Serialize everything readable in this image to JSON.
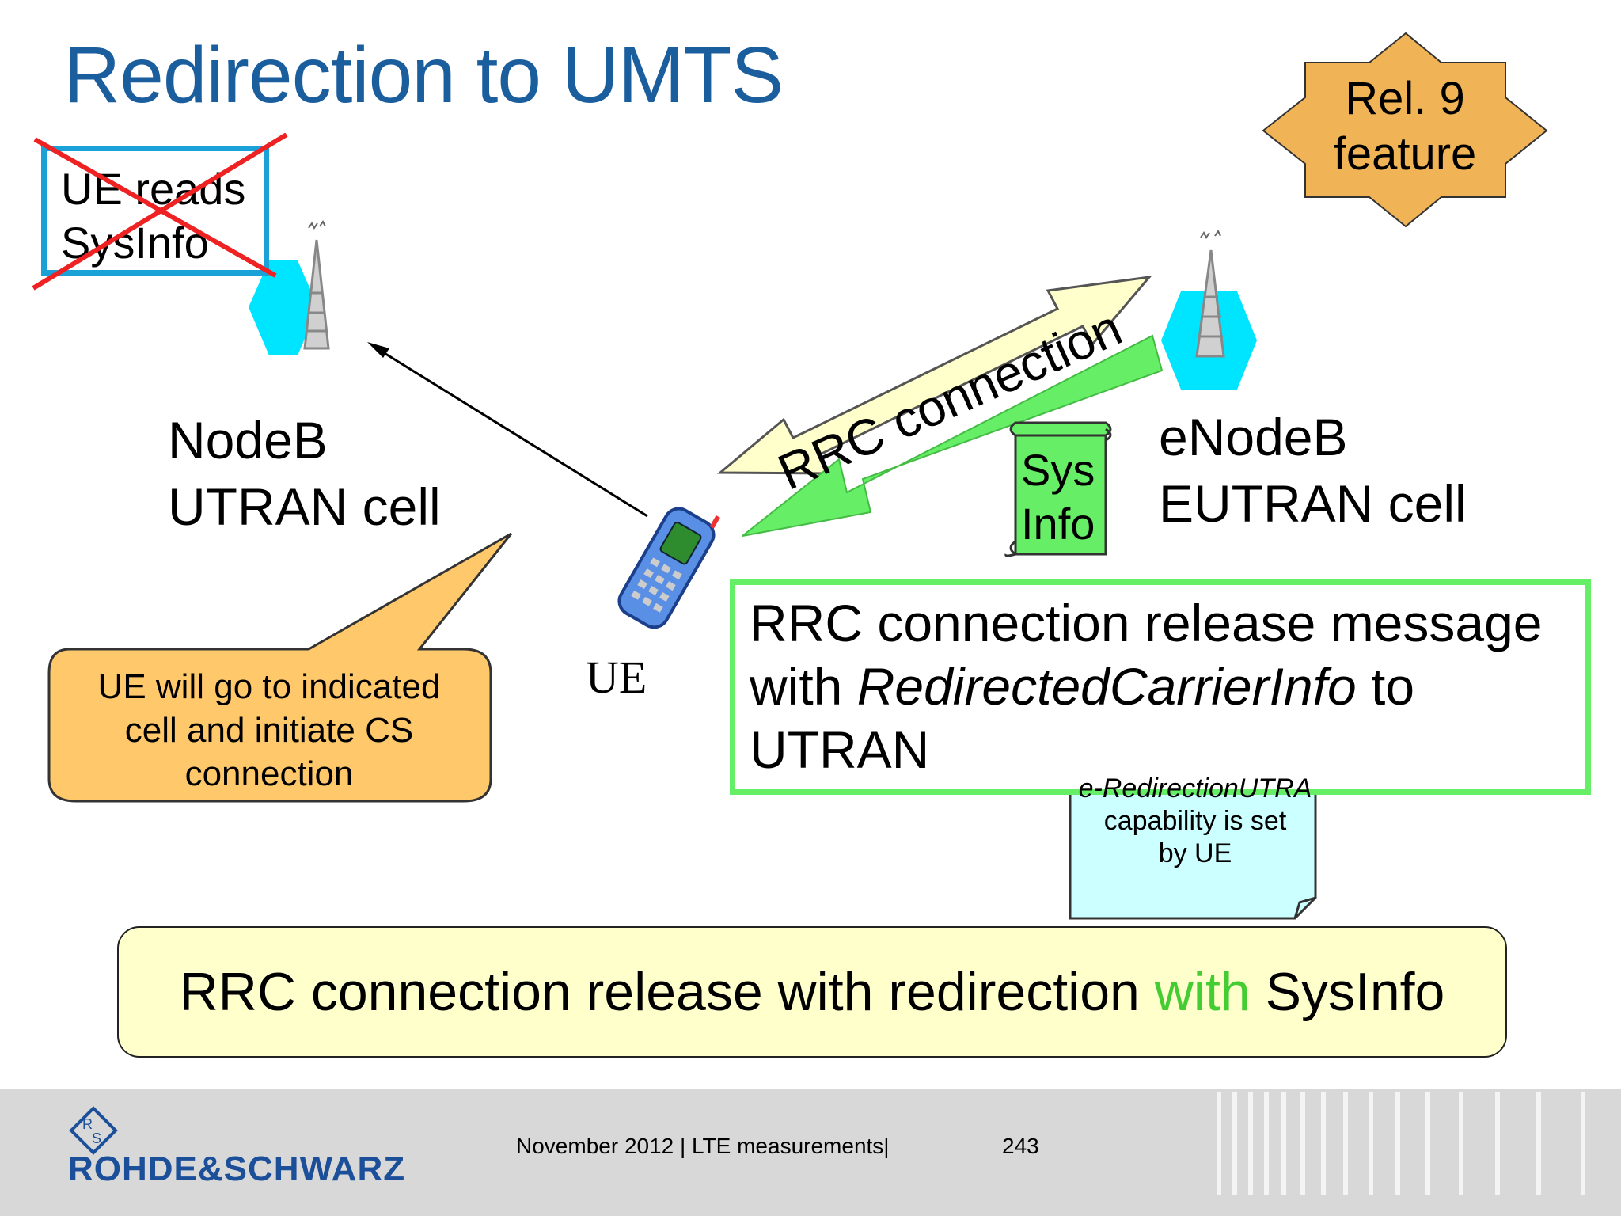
{
  "title": "Redirection to UMTS",
  "crossed_box": {
    "line1": "UE reads",
    "line2": "SysInfo"
  },
  "badge": {
    "line1": "Rel. 9",
    "line2": "feature"
  },
  "nodeb": {
    "line1": "NodeB",
    "line2": "UTRAN cell"
  },
  "enodeb": {
    "line1": "eNodeB",
    "line2": "EUTRAN cell"
  },
  "rrc_arrow_label": "RRC connection",
  "sysinfo_scroll": {
    "line1": "Sys",
    "line2": "Info"
  },
  "ue_label": "UE",
  "callout": {
    "line1": "UE will go to indicated",
    "line2": "cell and initiate CS",
    "line3": "connection"
  },
  "release_box": {
    "line1": "RRC connection release message",
    "line2_prefix": "with ",
    "line2_italic": "RedirectedCarrierInfo",
    "line2_suffix": " to",
    "line3": "UTRAN"
  },
  "note": {
    "line1": "e-RedirectionUTRA",
    "line2": "capability is set",
    "line3": "by UE"
  },
  "bottom_banner": {
    "part1": "RRC connection release with redirection ",
    "part2": "with",
    "part3": " SysInfo"
  },
  "footer": {
    "date_topic": "November 2012 |  LTE measurements|",
    "page_number": "243",
    "brand_name": "ROHDE&SCHWARZ"
  },
  "colors": {
    "title": "#1b5e9e",
    "badge": "#f0b456",
    "callout": "#ffc86b",
    "green_arrow": "#66ee66",
    "rrc_arrow": "#ffffcc",
    "note": "#ccffff",
    "cell_hexagon": "#00e5ff"
  }
}
